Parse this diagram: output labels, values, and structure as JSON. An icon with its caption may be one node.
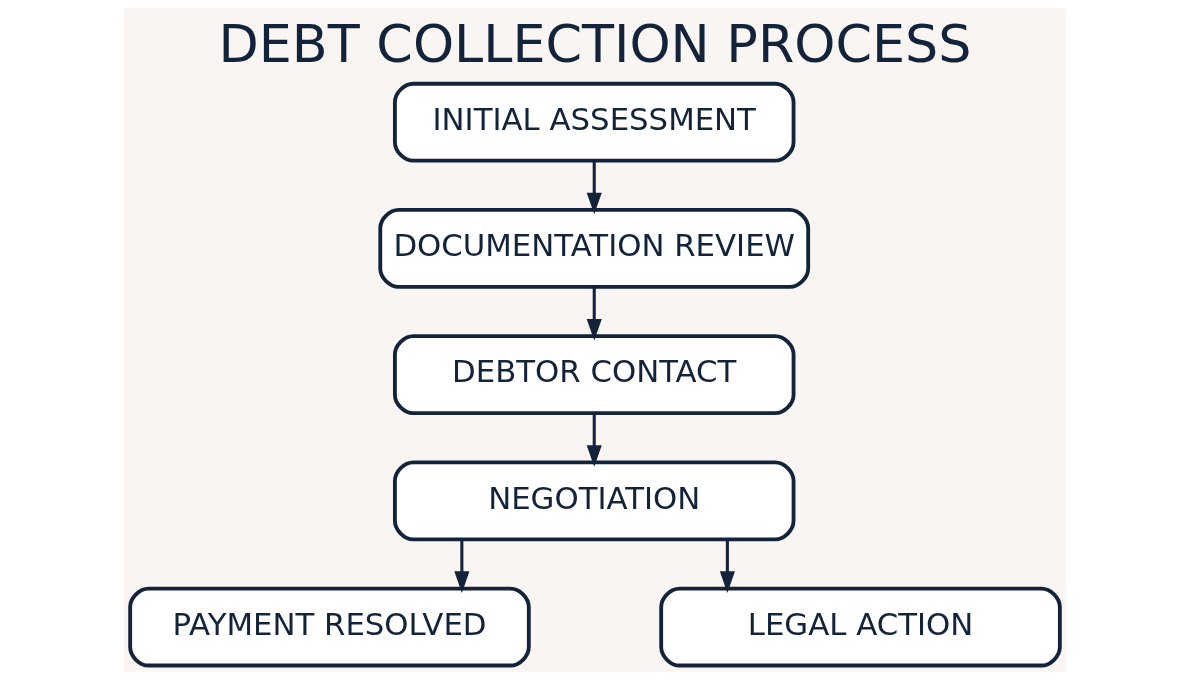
{
  "diagram": {
    "title": "DEBT COLLECTION PROCESS",
    "nodes": [
      {
        "text": [
          "INITIAL ASSESSMENT"
        ]
      },
      {
        "text": [
          "DOCUMENTATION REVIEW"
        ]
      },
      {
        "text": [
          "DEBTOR CONTACT"
        ]
      },
      {
        "text": [
          "NEGOTIATION"
        ]
      },
      {
        "text": [
          "PAYMENT RESOLVED"
        ]
      },
      {
        "text": [
          "LEGAL ACTION"
        ]
      }
    ],
    "edges": [
      {
        "from": 0,
        "to": 1,
        "arrow": "to"
      },
      {
        "from": 1,
        "to": 2,
        "arrow": "to"
      },
      {
        "from": 2,
        "to": 3,
        "arrow": "to"
      },
      {
        "from": 3,
        "to": 4,
        "arrow": "to"
      },
      {
        "from": 3,
        "to": 5,
        "arrow": "to"
      }
    ]
  }
}
